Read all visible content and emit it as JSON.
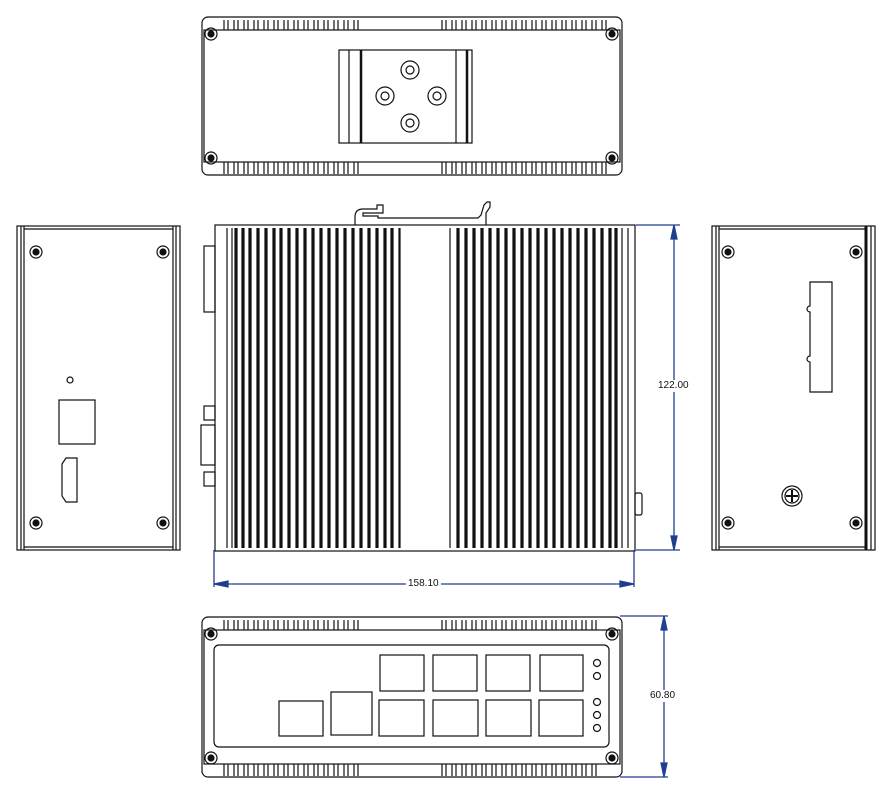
{
  "drawing": {
    "subject": "DIN-rail industrial switch enclosure, orthographic views",
    "views": [
      {
        "name": "top-view",
        "features": [
          "heatsink fins",
          "DIN-rail clip plate",
          "4 mounting screws"
        ]
      },
      {
        "name": "left-side-view",
        "features": [
          "LED indicator",
          "RJ45 console port",
          "HDMI-style port",
          "4 corner screws"
        ]
      },
      {
        "name": "front-view",
        "features": [
          "vertical heatsink fins",
          "DIN-rail hook"
        ]
      },
      {
        "name": "right-side-view",
        "features": [
          "terminal block cutout",
          "ground screw",
          "4 corner screws"
        ]
      },
      {
        "name": "bottom-view",
        "features": [
          "10 RJ45 ports",
          "5 status LEDs",
          "4 corner screws"
        ]
      }
    ],
    "dimension_color": "#1f3f8f"
  },
  "dimensions": {
    "height": "122.00",
    "width": "158.10",
    "depth": "60.80"
  }
}
